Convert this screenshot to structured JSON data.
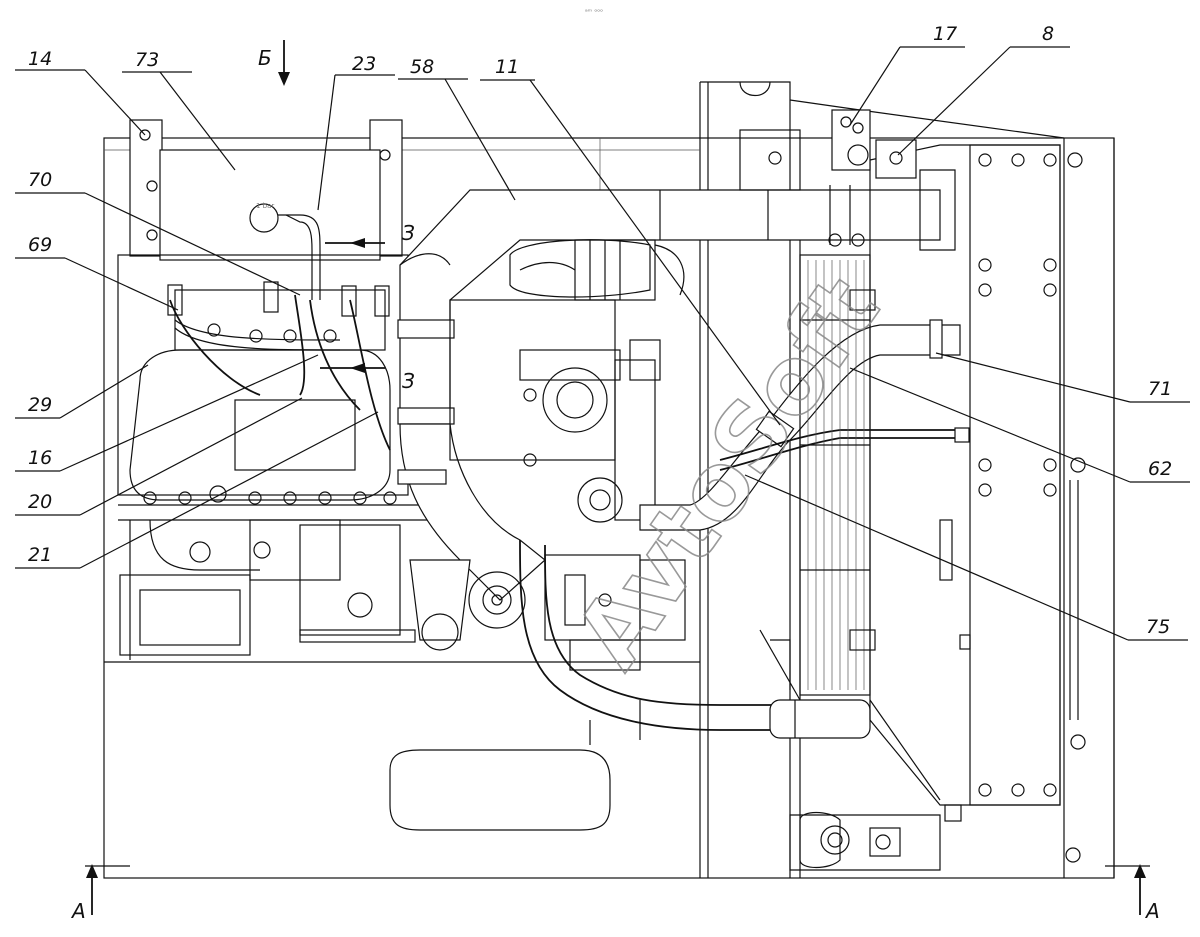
{
  "page_marker": "ᵃᵐ ᵒᵒᵒ",
  "callouts": [
    {
      "id": "14",
      "label": "14"
    },
    {
      "id": "73",
      "label": "73"
    },
    {
      "id": "23",
      "label": "23"
    },
    {
      "id": "58",
      "label": "58"
    },
    {
      "id": "11",
      "label": "11"
    },
    {
      "id": "17",
      "label": "17"
    },
    {
      "id": "8",
      "label": "8"
    },
    {
      "id": "70",
      "label": "70"
    },
    {
      "id": "69",
      "label": "69"
    },
    {
      "id": "29",
      "label": "29"
    },
    {
      "id": "16",
      "label": "16"
    },
    {
      "id": "20",
      "label": "20"
    },
    {
      "id": "21",
      "label": "21"
    },
    {
      "id": "71",
      "label": "71"
    },
    {
      "id": "62",
      "label": "62"
    },
    {
      "id": "75",
      "label": "75"
    }
  ],
  "section_marks": {
    "view_b": "Б",
    "section_3_upper": "З",
    "section_3_lower": "З",
    "section_a_left": "А",
    "section_a_right": "А"
  },
  "watermark": {
    "text": "AvtoSoft"
  },
  "part_text": {
    "cap_label": "1 bar"
  }
}
